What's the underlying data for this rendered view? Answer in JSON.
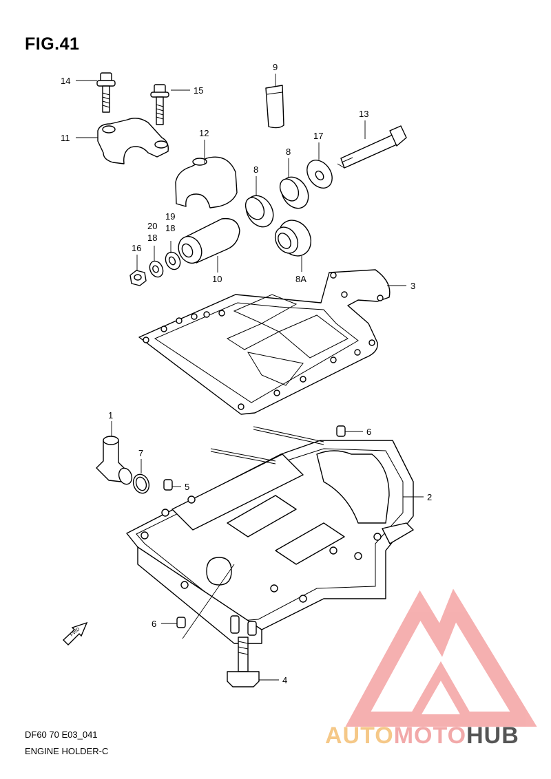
{
  "figure": {
    "title": "FIG.41",
    "code": "DF60 70 E03_041",
    "name": "ENGINE HOLDER-C"
  },
  "callouts": {
    "c1": "1",
    "c2": "2",
    "c3": "3",
    "c4": "4",
    "c5": "5",
    "c6a": "6",
    "c6b": "6",
    "c7": "7",
    "c8a": "8",
    "c8b": "8",
    "c8A": "8A",
    "c9": "9",
    "c10": "10",
    "c11": "11",
    "c12": "12",
    "c13": "13",
    "c14": "14",
    "c15": "15",
    "c16": "16",
    "c17": "17",
    "c18a": "18",
    "c18b": "18",
    "c19": "19",
    "c20": "20"
  },
  "fwd_label": "FWD",
  "watermark": {
    "part1": "AUTO",
    "part2": "MOTO",
    "part3": "HUB",
    "colors": {
      "auto": "#f5c888",
      "moto": "#f2a9a9",
      "hub": "#555555",
      "logo": "#f4a3a3"
    }
  }
}
